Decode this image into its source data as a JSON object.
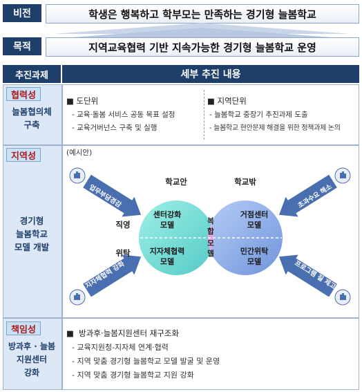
{
  "vision": {
    "label": "비전",
    "text": "학생은 행복하고 학부모는 만족하는 경기형 늘봄학교"
  },
  "purpose": {
    "label": "목적",
    "text": "지역교육협력 기반 지속가능한 경기형 늘봄학교 운영"
  },
  "table_header": {
    "left": "추진과제",
    "right": "세부 추진 내용"
  },
  "row1": {
    "tag": "협력성",
    "title_lines": [
      "늘봄협의체",
      "구축"
    ],
    "col1": {
      "heading": "■ 도단위",
      "items": [
        "- 교육·돌봄 서비스 공동 목표 설정",
        "- 교육거버넌스 구축 및 실행"
      ]
    },
    "col2": {
      "heading": "■ 지역단위",
      "items": [
        "- 늘봄학교 중장기 추진과제 도출",
        "- 늘봄학교 현안문제 해결을 위한 정책과제 논의"
      ]
    }
  },
  "row2": {
    "tag": "지역성",
    "title_lines": [
      "경기형",
      "늘봄학교",
      "모델 개발"
    ],
    "example": "(예시안)",
    "diagram": {
      "in_school": "학교안",
      "out_school": "학교밖",
      "direct": "직영",
      "consign": "위탁",
      "q1": [
        "센터강화",
        "모델"
      ],
      "q2": [
        "거점센터",
        "모델"
      ],
      "q3": [
        "지자체협력",
        "모델"
      ],
      "q4": [
        "민간위탁",
        "모델"
      ],
      "center": [
        "복",
        "합",
        "모",
        "델"
      ],
      "arrow_tl": "업무부담경감",
      "arrow_bl": "지자체협력 강화",
      "arrow_tr": "초과수요 해소",
      "arrow_br": "프로그램 질 제고"
    }
  },
  "row3": {
    "tag": "책임성",
    "title_lines": [
      "방과후 · 늘봄",
      "지원센터",
      "강화"
    ],
    "heading": "■  방과후·늘봄지원센터 재구조화",
    "items": [
      "- 교육지원청-지자체 연계·협력",
      "- 지역 맞춤 경기형 늘봄학교 모델 발굴 및 운영",
      "- 지역 맞춤 경기형 늘봄학교 지원 강화"
    ]
  },
  "colors": {
    "navy": "#1f3f6b",
    "circle_left": "#7fe0d8",
    "circle_right": "#93b4ec",
    "center": "#e7a6e3",
    "arrow": "#4a6fb0"
  }
}
